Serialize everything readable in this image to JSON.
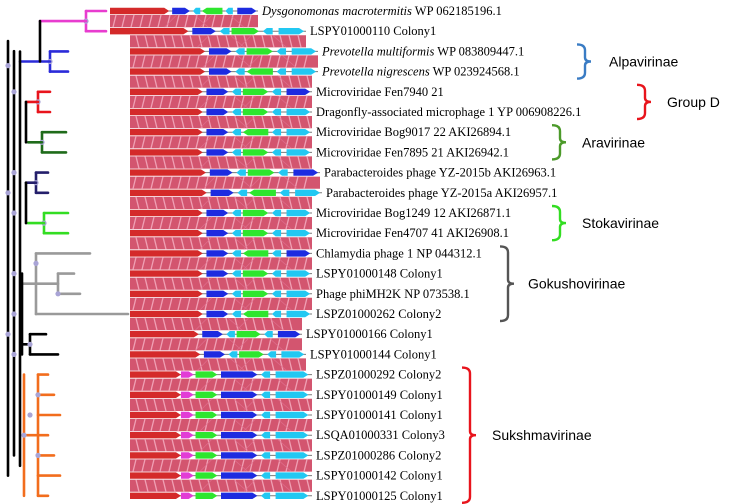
{
  "rows": [
    {
      "genus": "Dysgonomonas macrotermitis",
      "rest": "WP 062185196.1",
      "italic": true
    },
    {
      "genus": "",
      "rest": "LSPY01000110 Colony1",
      "italic": false
    },
    {
      "genus": "Prevotella multiformis",
      "rest": "WP 083809447.1",
      "italic": true
    },
    {
      "genus": "Prevotella nigrescens",
      "rest": "WP 023924568.1",
      "italic": true
    },
    {
      "genus": "",
      "rest": "Microviridae Fen7940 21",
      "italic": false
    },
    {
      "genus": "",
      "rest": "Dragonfly-associated microphage 1 YP 006908226.1",
      "italic": false
    },
    {
      "genus": "",
      "rest": "Microviridae Bog9017 22 AKI26894.1",
      "italic": false
    },
    {
      "genus": "",
      "rest": "Microviridae Fen7895 21 AKI26942.1",
      "italic": false
    },
    {
      "genus": "",
      "rest": "Parabacteroides phage YZ-2015b AKI26963.1",
      "italic": false
    },
    {
      "genus": "",
      "rest": "Parabacteroides phage YZ-2015a AKI26957.1",
      "italic": false
    },
    {
      "genus": "",
      "rest": "Microviridae Bog1249 12 AKI26871.1",
      "italic": false
    },
    {
      "genus": "",
      "rest": "Microviridae Fen4707 41 AKI26908.1",
      "italic": false
    },
    {
      "genus": "",
      "rest": "Chlamydia phage 1 NP 044312.1",
      "italic": false
    },
    {
      "genus": "",
      "rest": "LSPY01000148 Colony1",
      "italic": false
    },
    {
      "genus": "",
      "rest": "Phage phiMH2K NP 073538.1",
      "italic": false
    },
    {
      "genus": "",
      "rest": "LSPZ01000262 Colony2",
      "italic": false
    },
    {
      "genus": "",
      "rest": "LSPY01000166 Colony1",
      "italic": false
    },
    {
      "genus": "",
      "rest": "LSPY01000144 Colony1",
      "italic": false
    },
    {
      "genus": "",
      "rest": "LSPZ01000292 Colony2",
      "italic": false
    },
    {
      "genus": "",
      "rest": "LSPY01000149 Colony1",
      "italic": false
    },
    {
      "genus": "",
      "rest": "LSPY01000141 Colony1",
      "italic": false
    },
    {
      "genus": "",
      "rest": "LSQA01000331 Colony3",
      "italic": false
    },
    {
      "genus": "",
      "rest": "LSPZ01000286 Colony2",
      "italic": false
    },
    {
      "genus": "",
      "rest": "LSPY01000142 Colony1",
      "italic": false
    },
    {
      "genus": "",
      "rest": "LSPY01000125 Colony1",
      "italic": false
    }
  ],
  "groups": [
    {
      "name": "Alpavirinae",
      "color": "#3a7cc4",
      "first_row": 2,
      "last_row": 3
    },
    {
      "name": "Group D",
      "color": "#e8141c",
      "first_row": 4,
      "last_row": 5
    },
    {
      "name": "Aravirinae",
      "color": "#4c9a2a",
      "first_row": 6,
      "last_row": 7
    },
    {
      "name": "Stokavirinae",
      "color": "#33dd22",
      "first_row": 10,
      "last_row": 11
    },
    {
      "name": "Gokushovirinae",
      "color": "#555555",
      "first_row": 12,
      "last_row": 15
    },
    {
      "name": "Sukshmavirinae",
      "color": "#e8141c",
      "first_row": 18,
      "last_row": 24
    }
  ],
  "clade_colors": {
    "magenta": "#e83ccf",
    "blue": "#2b2bd9",
    "red": "#e8141c",
    "green_dark": "#1f6b1a",
    "navy": "#241f6b",
    "green_light": "#33dd22",
    "gray": "#9a9a9a",
    "black": "#000000",
    "orange": "#f26d1d",
    "node": "#a9a4d6"
  },
  "gene_colors": {
    "red": "#d42a2a",
    "blue": "#1d2be0",
    "green": "#2ee62e",
    "cyan": "#22c8f2",
    "magenta": "#e23cd6",
    "synteny": "#c9304f"
  }
}
